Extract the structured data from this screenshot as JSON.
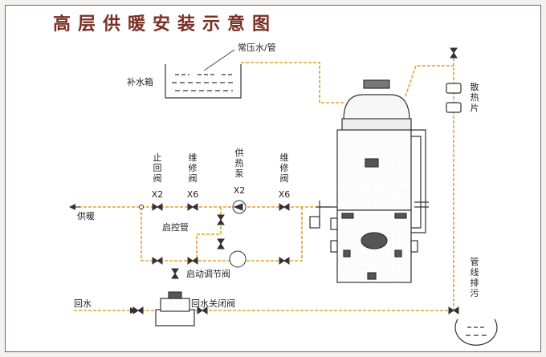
{
  "title": "高层供暖安装示意图",
  "labels": {
    "tank": "补水箱",
    "pressure": "常压水/管",
    "radiator": "散热片",
    "check_valve": "止回阀",
    "repair_valve_1": "维修阀",
    "pump": "供热泵",
    "repair_valve_2": "维修阀",
    "supply": "供暖",
    "start_pipe": "启控管",
    "start_valve": "启动调节阀",
    "return": "回水",
    "return_valve": "回水关闭阀",
    "drain": "管线排污"
  },
  "codes": {
    "check_valve": "X2",
    "repair_valve_1": "X6",
    "pump": "X2",
    "repair_valve_2": "X6"
  },
  "colors": {
    "pipe": "#e0a328",
    "line": "#333333",
    "title": "#7a2f24"
  }
}
